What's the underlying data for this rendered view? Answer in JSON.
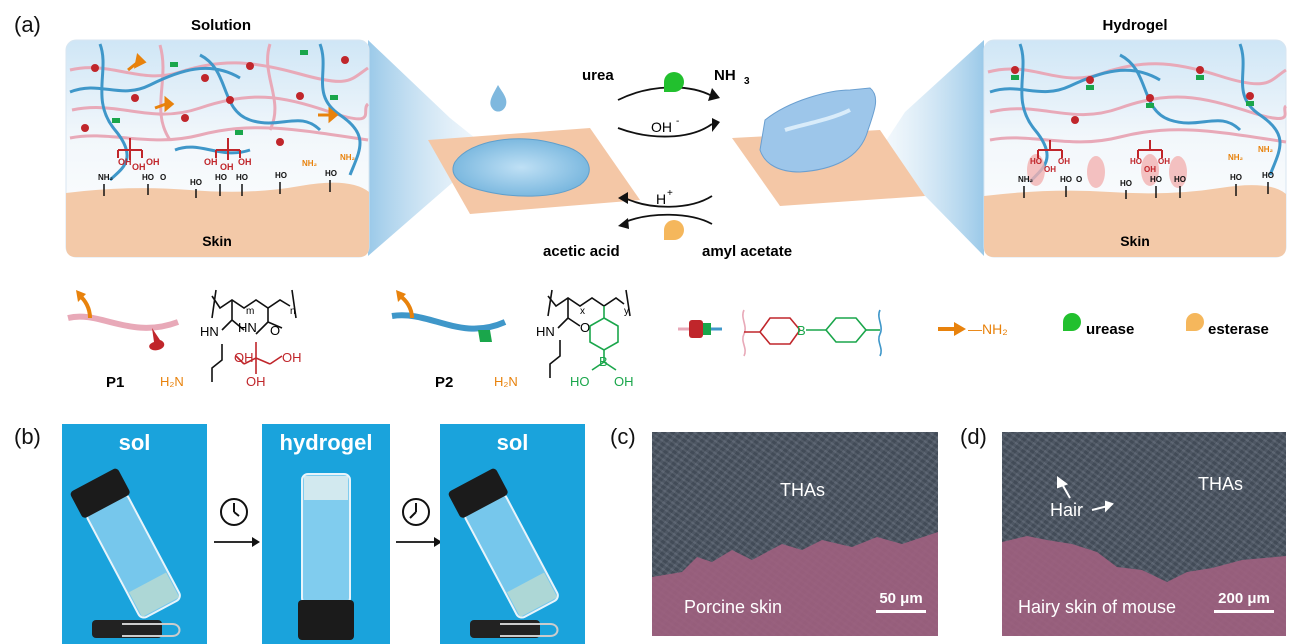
{
  "panels": {
    "a": "(a)",
    "b": "(b)",
    "c": "(c)",
    "d": "(d)"
  },
  "panel_a": {
    "left_title": "Solution",
    "right_title": "Hydrogel",
    "skin_label": "Skin",
    "surface_groups": {
      "ho": "HO",
      "nh2_small": "NH₂",
      "oh": "OH",
      "carboxyl_o": "O"
    },
    "forward": {
      "reactant": "urea",
      "product": "NH",
      "product_sub": "3",
      "condition": "OH",
      "condition_sup": "-"
    },
    "reverse": {
      "reactant": "amyl acetate",
      "product": "acetic acid",
      "condition": "H",
      "condition_sup": "+"
    }
  },
  "legend": {
    "p1_name": "P1",
    "p2_name": "P2",
    "m": "m",
    "n": "n",
    "x": "x",
    "y": "y",
    "hn": "HN",
    "h2n": "H₂N",
    "oh": "OH",
    "o": "O",
    "b": "B",
    "ho": "HO",
    "amine_label": "—NH₂",
    "urease_label": "urease",
    "esterase_label": "esterase"
  },
  "panel_b": {
    "photo1_title": "sol",
    "photo2_title": "hydrogel",
    "photo3_title": "sol"
  },
  "panel_c": {
    "label_top": "THAs",
    "label_bottom": "Porcine skin",
    "scale": "50 μm"
  },
  "panel_d": {
    "label_top": "THAs",
    "label_hair": "Hair",
    "label_bottom": "Hairy skin of mouse",
    "scale": "200 μm"
  },
  "colors": {
    "pink_chain": "#e8a9b8",
    "blue_chain": "#3f97c9",
    "red_group": "#c0262b",
    "green_group": "#1aa64b",
    "orange_group": "#e8820c",
    "urease": "#22c02e",
    "esterase": "#f5b75c",
    "skin": "#f3c9a8",
    "photo_bg": "#1aa3dc",
    "sem_skin": "#a0607f"
  }
}
